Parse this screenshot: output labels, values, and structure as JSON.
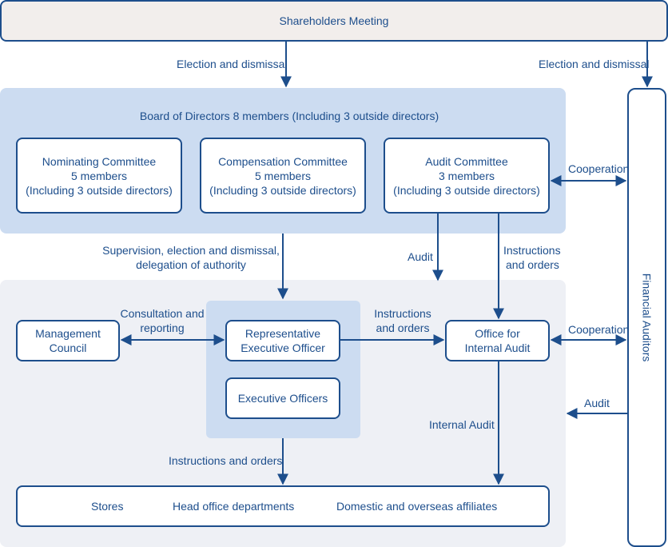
{
  "shareholders": {
    "label": "Shareholders Meeting"
  },
  "board": {
    "title": "Board of Directors 8 members (Including 3 outside directors)"
  },
  "committees": [
    {
      "name": "Nominating Committee",
      "members": "5 members",
      "note": "(Including 3 outside directors)"
    },
    {
      "name": "Compensation Committee",
      "members": "5 members",
      "note": "(Including 3 outside directors)"
    },
    {
      "name": "Audit Committee",
      "members": "3 members",
      "note": "(Including 3 outside directors)"
    }
  ],
  "financial_auditors": {
    "label": "Financial Auditors"
  },
  "management_council": {
    "line1": "Management",
    "line2": "Council"
  },
  "rep_officer": {
    "line1": "Representative",
    "line2": "Executive Officer"
  },
  "exec_officers": {
    "label": "Executive Officers"
  },
  "internal_audit_office": {
    "line1": "Office for",
    "line2": "Internal Audit"
  },
  "bottom": {
    "stores": "Stores",
    "head_office": "Head office departments",
    "affiliates": "Domestic and overseas affiliates"
  },
  "edge_labels": {
    "election_left": "Election and dismissal",
    "election_right": "Election and dismissal",
    "cooperation_top": "Cooperation",
    "cooperation_mid": "Cooperation",
    "supervision_1": "Supervision, election and dismissal,",
    "supervision_2": "delegation of authority",
    "audit_mid": "Audit",
    "instr_top_1": "Instructions",
    "instr_top_2": "and orders",
    "consult_1": "Consultation and",
    "consult_2": "reporting",
    "instr_mid_1": "Instructions",
    "instr_mid_2": "and orders",
    "audit_right": "Audit",
    "internal_audit": "Internal Audit",
    "instr_bottom": "Instructions and orders"
  },
  "colors": {
    "line": "#1d4e8c",
    "board_panel": "#ccdcf1",
    "exec_panel": "#eef0f5",
    "exec_inner": "#ccdcf1",
    "shareholders_fill": "#f2eeec"
  }
}
